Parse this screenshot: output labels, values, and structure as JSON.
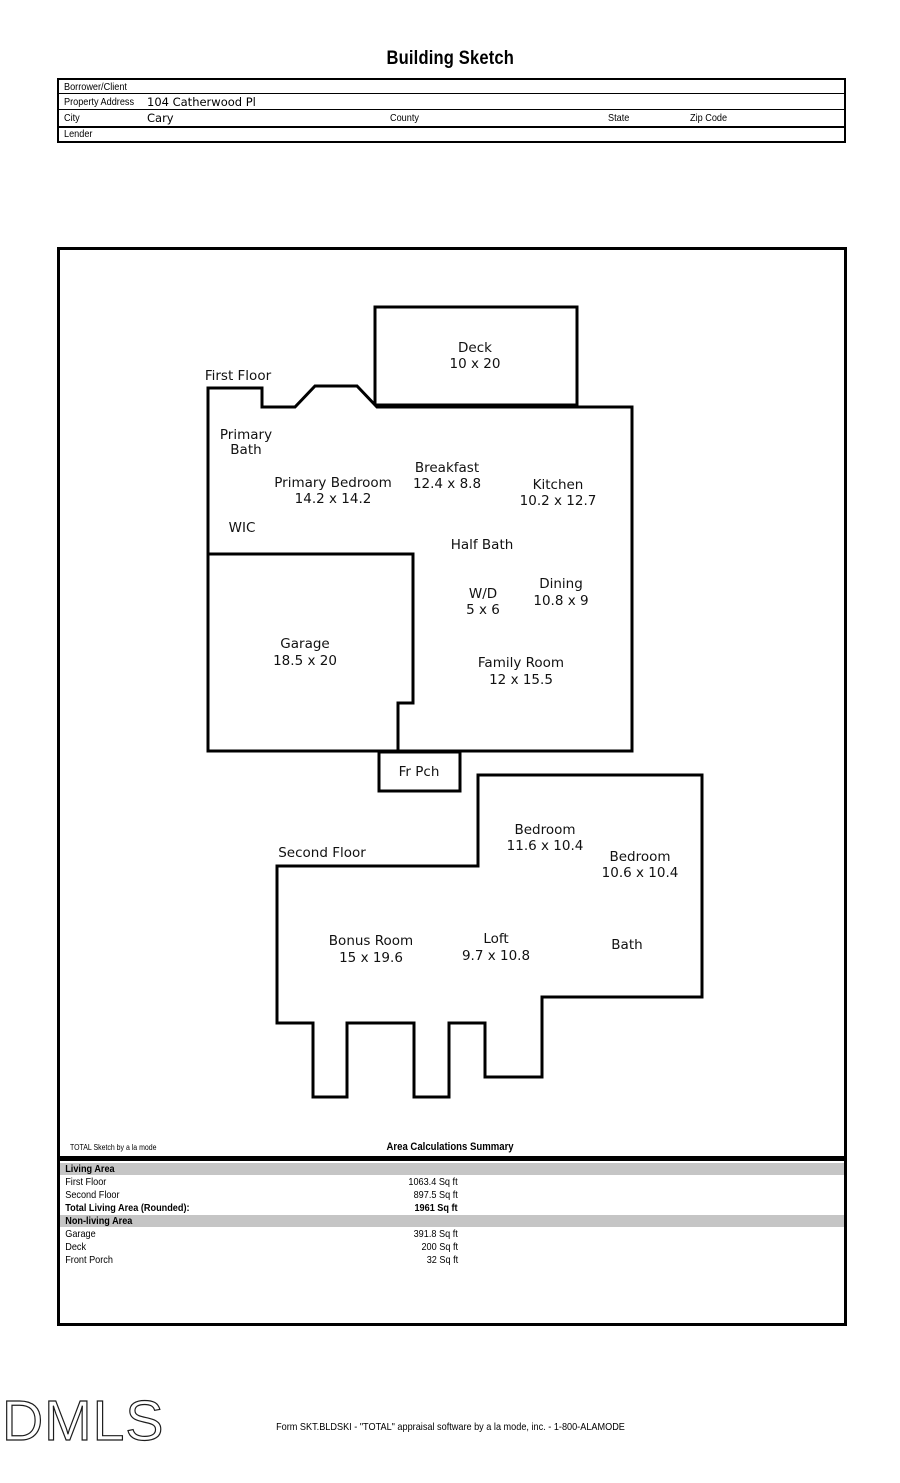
{
  "title": "Building Sketch",
  "colors": {
    "line": "#000000",
    "section_header_bg": "#c5c5c5"
  },
  "form": {
    "borrower_label": "Borrower/Client",
    "property_address_label": "Property Address",
    "property_address_value": "104 Catherwood Pl",
    "city_label": "City",
    "city_value": "Cary",
    "county_label": "County",
    "state_label": "State",
    "zip_label": "Zip Code",
    "lender_label": "Lender"
  },
  "sketch": {
    "first_floor_label": "First Floor",
    "second_floor_label": "Second Floor",
    "rooms": {
      "deck": {
        "name": "Deck",
        "dims": "10 x 20"
      },
      "primary_bath": {
        "line1": "Primary",
        "line2": "Bath"
      },
      "primary_bedroom": {
        "name": "Primary Bedroom",
        "dims": "14.2 x 14.2"
      },
      "breakfast": {
        "name": "Breakfast",
        "dims": "12.4 x 8.8"
      },
      "kitchen": {
        "name": "Kitchen",
        "dims": "10.2 x 12.7"
      },
      "wic": {
        "name": "WIC"
      },
      "half_bath": {
        "name": "Half Bath"
      },
      "laundry": {
        "name": "W/D",
        "dims": "5 x 6"
      },
      "dining": {
        "name": "Dining",
        "dims": "10.8 x 9"
      },
      "garage": {
        "name": "Garage",
        "dims": "18.5 x 20"
      },
      "family_room": {
        "name": "Family Room",
        "dims": "12 x 15.5"
      },
      "front_porch": {
        "name": "Fr Pch"
      },
      "bedroom_1": {
        "name": "Bedroom",
        "dims": "11.6 x 10.4"
      },
      "bedroom_2": {
        "name": "Bedroom",
        "dims": "10.6 x 10.4"
      },
      "bonus_room": {
        "name": "Bonus Room",
        "dims": "15 x 19.6"
      },
      "loft": {
        "name": "Loft",
        "dims": "9.7 x 10.8"
      },
      "bath": {
        "name": "Bath"
      }
    }
  },
  "summary": {
    "branding": "TOTAL Sketch by a la mode",
    "title": "Area Calculations Summary",
    "living_header": "Living Area",
    "living_rows": [
      {
        "label": "First Floor",
        "value": "1063.4 Sq ft"
      },
      {
        "label": "Second Floor",
        "value": "897.5 Sq ft"
      },
      {
        "label": "Total Living Area (Rounded):",
        "value": "1961 Sq ft"
      }
    ],
    "nonliving_header": "Non-living Area",
    "nonliving_rows": [
      {
        "label": "Garage",
        "value": "391.8 Sq ft"
      },
      {
        "label": "Deck",
        "value": "200 Sq ft"
      },
      {
        "label": "Front Porch",
        "value": "32 Sq ft"
      }
    ]
  },
  "footer": {
    "watermark": "DMLS",
    "form_line": "Form SKT.BLDSKI - \"TOTAL\" appraisal software by a la mode, inc. - 1-800-ALAMODE"
  }
}
